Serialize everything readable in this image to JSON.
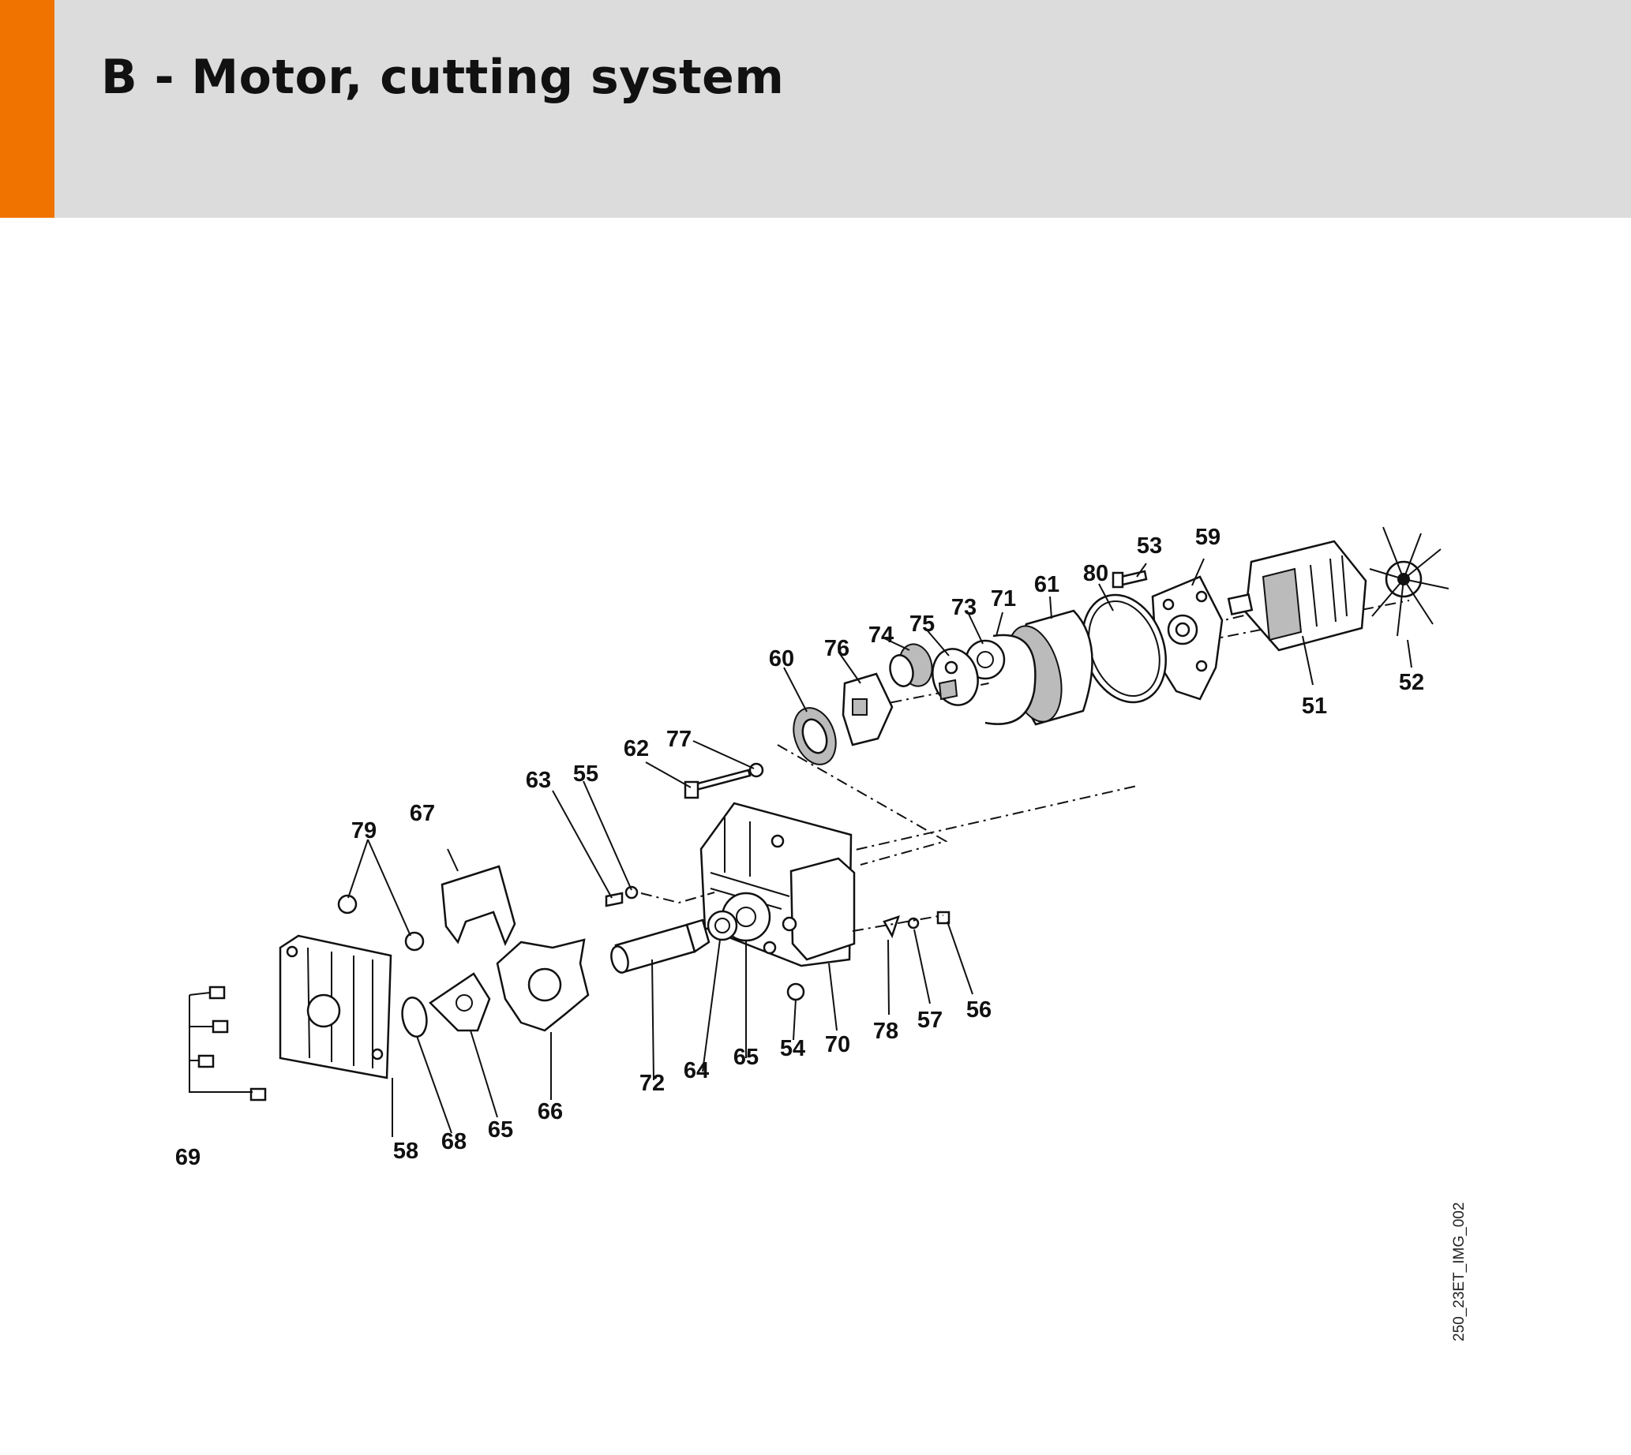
{
  "header": {
    "title": "B - Motor, cutting system",
    "accent_color": "#f07300",
    "band_color": "#dcdcdc"
  },
  "diagram": {
    "reference_code": "250_23ET_IMG_002",
    "part_labels": [
      {
        "id": "51",
        "text": "51"
      },
      {
        "id": "52",
        "text": "52"
      },
      {
        "id": "53",
        "text": "53"
      },
      {
        "id": "54",
        "text": "54"
      },
      {
        "id": "55",
        "text": "55"
      },
      {
        "id": "56",
        "text": "56"
      },
      {
        "id": "57",
        "text": "57"
      },
      {
        "id": "58",
        "text": "58"
      },
      {
        "id": "59",
        "text": "59"
      },
      {
        "id": "60",
        "text": "60"
      },
      {
        "id": "61",
        "text": "61"
      },
      {
        "id": "62",
        "text": "62"
      },
      {
        "id": "63",
        "text": "63"
      },
      {
        "id": "64",
        "text": "64"
      },
      {
        "id": "65a",
        "text": "65"
      },
      {
        "id": "65b",
        "text": "65"
      },
      {
        "id": "66",
        "text": "66"
      },
      {
        "id": "67",
        "text": "67"
      },
      {
        "id": "68",
        "text": "68"
      },
      {
        "id": "69",
        "text": "69"
      },
      {
        "id": "70",
        "text": "70"
      },
      {
        "id": "71",
        "text": "71"
      },
      {
        "id": "72",
        "text": "72"
      },
      {
        "id": "73",
        "text": "73"
      },
      {
        "id": "74",
        "text": "74"
      },
      {
        "id": "75",
        "text": "75"
      },
      {
        "id": "76",
        "text": "76"
      },
      {
        "id": "77",
        "text": "77"
      },
      {
        "id": "78",
        "text": "78"
      },
      {
        "id": "79",
        "text": "79"
      },
      {
        "id": "80",
        "text": "80"
      }
    ]
  }
}
